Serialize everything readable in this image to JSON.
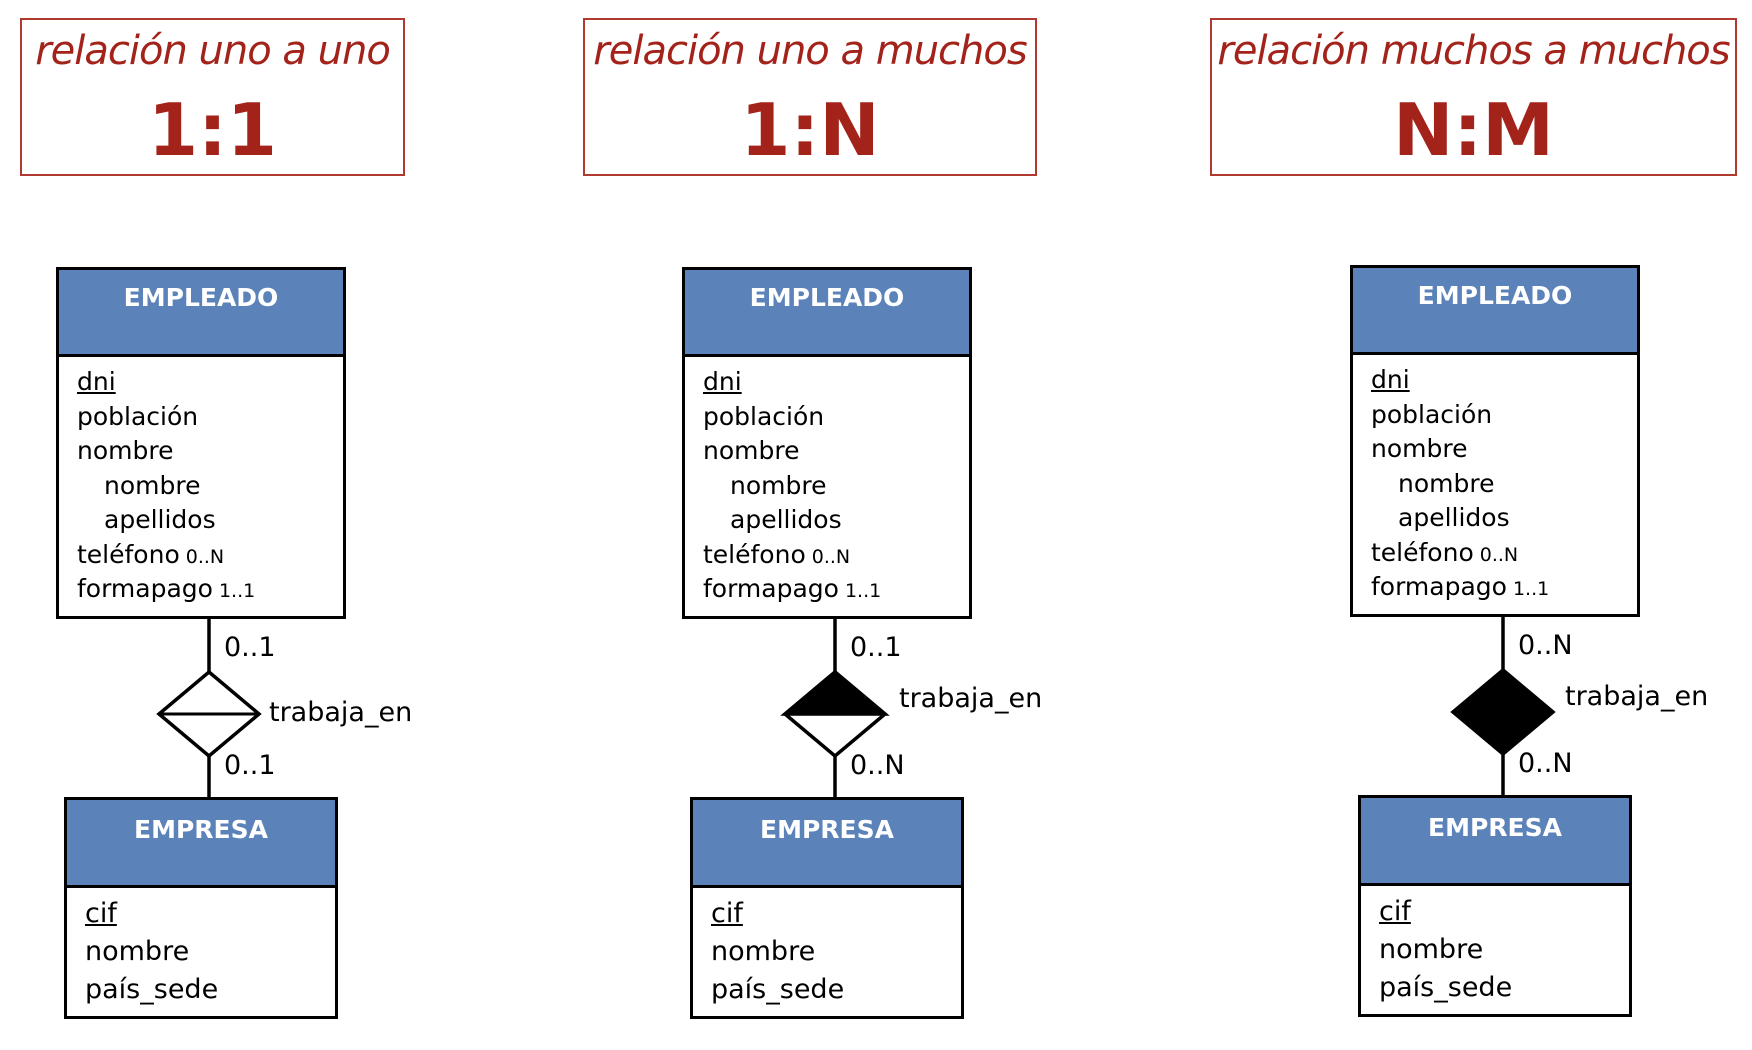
{
  "panels": [
    {
      "subtitle": "relación uno a uno",
      "ratio": "1:1",
      "entity_top": {
        "name": "EMPLEADO",
        "attributes": [
          {
            "name": "dni",
            "key": true,
            "indent": 0,
            "card": ""
          },
          {
            "name": "población",
            "key": false,
            "indent": 0,
            "card": ""
          },
          {
            "name": "nombre",
            "key": false,
            "indent": 0,
            "card": ""
          },
          {
            "name": "nombre",
            "key": false,
            "indent": 1,
            "card": ""
          },
          {
            "name": "apellidos",
            "key": false,
            "indent": 1,
            "card": ""
          },
          {
            "name": "teléfono",
            "key": false,
            "indent": 0,
            "card": "0..N"
          },
          {
            "name": "formapago",
            "key": false,
            "indent": 0,
            "card": "1..1"
          }
        ]
      },
      "entity_bottom": {
        "name": "EMPRESA",
        "attributes": [
          {
            "name": "cif",
            "key": true
          },
          {
            "name": "nombre",
            "key": false
          },
          {
            "name": "país_sede",
            "key": false
          }
        ]
      },
      "relationship": {
        "name": "trabaja_en",
        "diamond": "outline-split",
        "card_top": "0..1",
        "card_bottom": "0..1"
      }
    },
    {
      "subtitle": "relación uno a muchos",
      "ratio": "1:N",
      "entity_top": {
        "name": "EMPLEADO",
        "attributes": [
          {
            "name": "dni",
            "key": true,
            "indent": 0,
            "card": ""
          },
          {
            "name": "población",
            "key": false,
            "indent": 0,
            "card": ""
          },
          {
            "name": "nombre",
            "key": false,
            "indent": 0,
            "card": ""
          },
          {
            "name": "nombre",
            "key": false,
            "indent": 1,
            "card": ""
          },
          {
            "name": "apellidos",
            "key": false,
            "indent": 1,
            "card": ""
          },
          {
            "name": "teléfono",
            "key": false,
            "indent": 0,
            "card": "0..N"
          },
          {
            "name": "formapago",
            "key": false,
            "indent": 0,
            "card": "1..1"
          }
        ]
      },
      "entity_bottom": {
        "name": "EMPRESA",
        "attributes": [
          {
            "name": "cif",
            "key": true
          },
          {
            "name": "nombre",
            "key": false
          },
          {
            "name": "país_sede",
            "key": false
          }
        ]
      },
      "relationship": {
        "name": "trabaja_en",
        "diamond": "half-filled",
        "card_top": "0..1",
        "card_bottom": "0..N"
      }
    },
    {
      "subtitle": "relación muchos a muchos",
      "ratio": "N:M",
      "entity_top": {
        "name": "EMPLEADO",
        "attributes": [
          {
            "name": "dni",
            "key": true,
            "indent": 0,
            "card": ""
          },
          {
            "name": "población",
            "key": false,
            "indent": 0,
            "card": ""
          },
          {
            "name": "nombre",
            "key": false,
            "indent": 0,
            "card": ""
          },
          {
            "name": "nombre",
            "key": false,
            "indent": 1,
            "card": ""
          },
          {
            "name": "apellidos",
            "key": false,
            "indent": 1,
            "card": ""
          },
          {
            "name": "teléfono",
            "key": false,
            "indent": 0,
            "card": "0..N"
          },
          {
            "name": "formapago",
            "key": false,
            "indent": 0,
            "card": "1..1"
          }
        ]
      },
      "entity_bottom": {
        "name": "EMPRESA",
        "attributes": [
          {
            "name": "cif",
            "key": true
          },
          {
            "name": "nombre",
            "key": false
          },
          {
            "name": "país_sede",
            "key": false
          }
        ]
      },
      "relationship": {
        "name": "trabaja_en",
        "diamond": "filled",
        "card_top": "0..N",
        "card_bottom": "0..N"
      }
    }
  ],
  "colors": {
    "title_red": "#a3231b",
    "title_border": "#b03a30",
    "entity_header": "#5b82b9",
    "line": "#000000"
  }
}
